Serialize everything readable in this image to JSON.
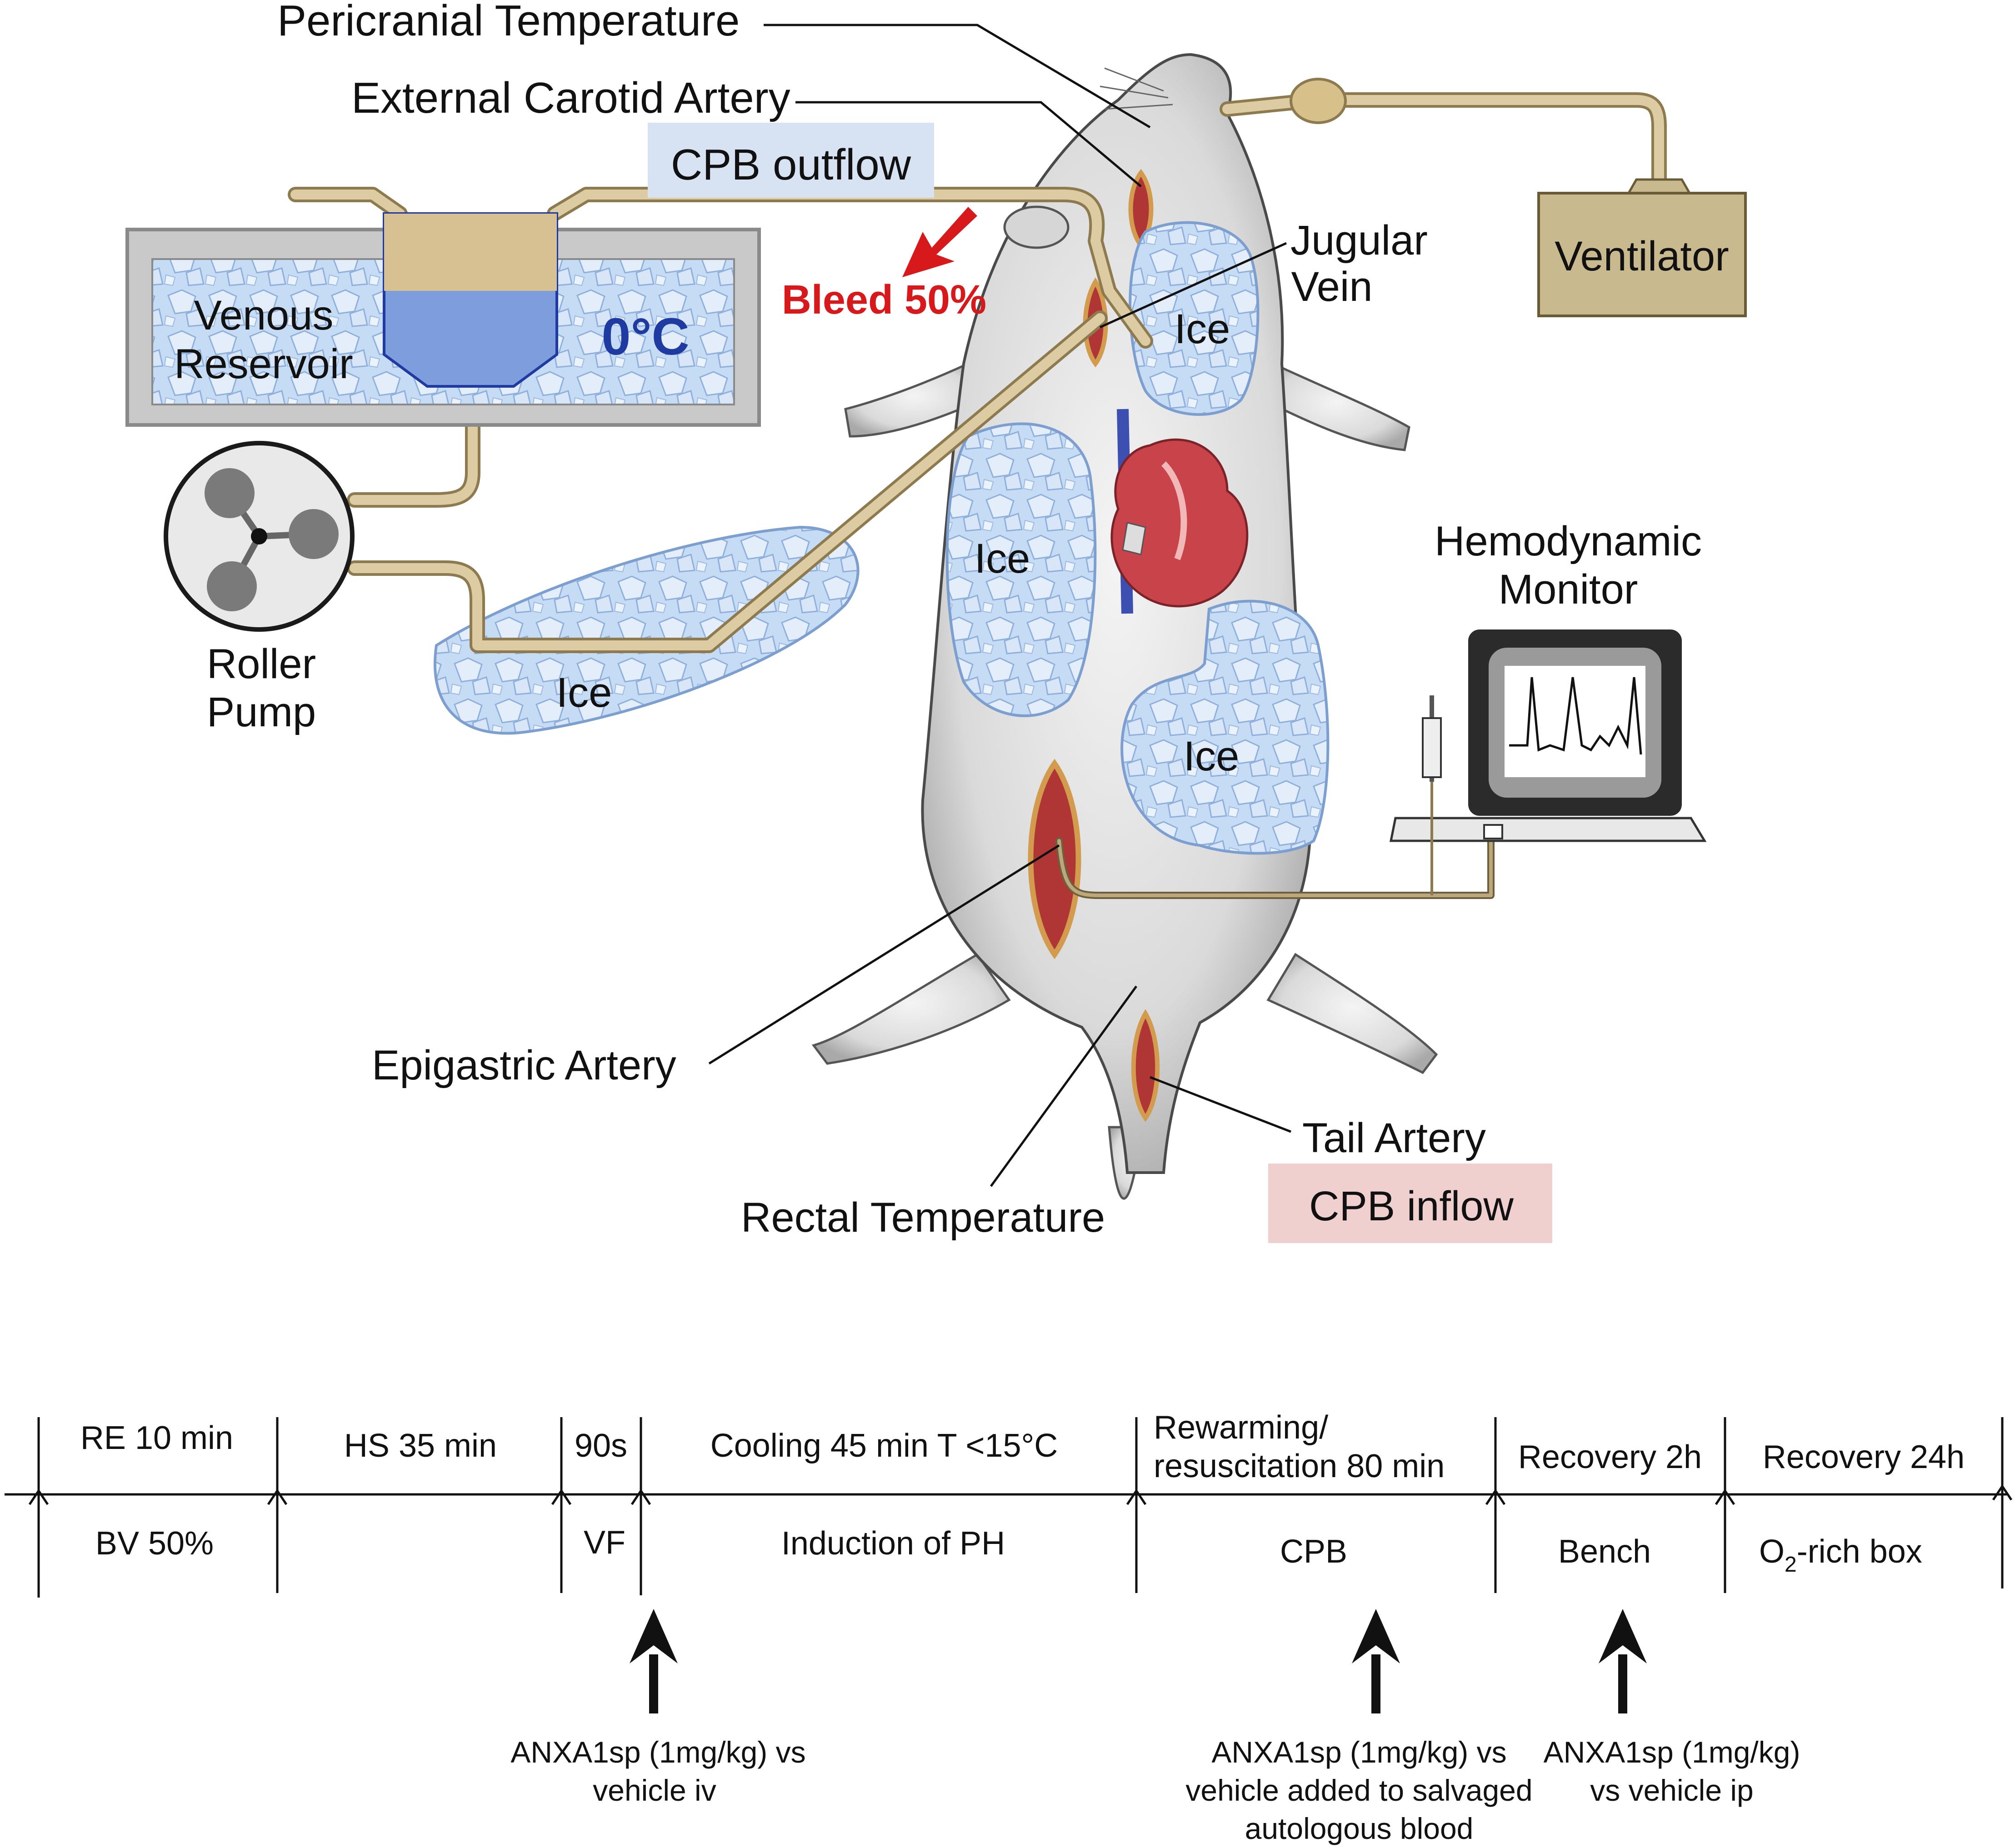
{
  "colors": {
    "tubing": "#c9b78f",
    "ice": "#b9d3f0",
    "reservoir_blue": "#7e9ddc",
    "bleed_red": "#d7191c",
    "outflow_box": "#d7e2f2",
    "inflow_box": "#f0cfcf",
    "ventilator": "#c8b98e",
    "heart": "#c8444a",
    "vessel_blue": "#3d4fb0"
  },
  "diagram": {
    "labels": {
      "pericranial": "Pericranial Temperature",
      "external_carotid": "External Carotid Artery",
      "cpb_outflow": "CPB outflow",
      "bleed": "Bleed 50%",
      "jugular_line1": "Jugular",
      "jugular_line2": "Vein",
      "ventilator": "Ventilator",
      "venous_line1": "Venous",
      "venous_line2": "Reservoir",
      "temp_zero": "0°C",
      "roller_line1": "Roller",
      "roller_line2": "Pump",
      "ice": "Ice",
      "hemo_line1": "Hemodynamic",
      "hemo_line2": "Monitor",
      "epigastric": "Epigastric Artery",
      "tail": "Tail Artery",
      "cpb_inflow": "CPB inflow",
      "rectal": "Rectal Temperature"
    }
  },
  "timeline": {
    "phases_top": [
      {
        "text": "RE 10 min"
      },
      {
        "text": "HS  35 min"
      },
      {
        "text": "90s"
      },
      {
        "text": "Cooling 45 min T <15°C"
      },
      {
        "text_line1": "Rewarming/",
        "text_line2": "resuscitation 80 min"
      },
      {
        "text": "Recovery 2h"
      },
      {
        "text": "Recovery 24h"
      }
    ],
    "phases_bottom": [
      {
        "text": "BV 50%"
      },
      {
        "text": "VF"
      },
      {
        "text": "Induction of PH"
      },
      {
        "text": "CPB"
      },
      {
        "text": "Bench"
      },
      {
        "text_main": "O",
        "text_sub": "2",
        "text_rest": "-rich box"
      }
    ],
    "treatments": [
      {
        "line1": "ANXA1sp (1mg/kg) vs",
        "line2": "vehicle iv"
      },
      {
        "line1": "ANXA1sp (1mg/kg) vs",
        "line2": "vehicle added to salvaged",
        "line3": "autologous blood"
      },
      {
        "line1": "ANXA1sp (1mg/kg)",
        "line2": "vs vehicle ip"
      }
    ]
  }
}
